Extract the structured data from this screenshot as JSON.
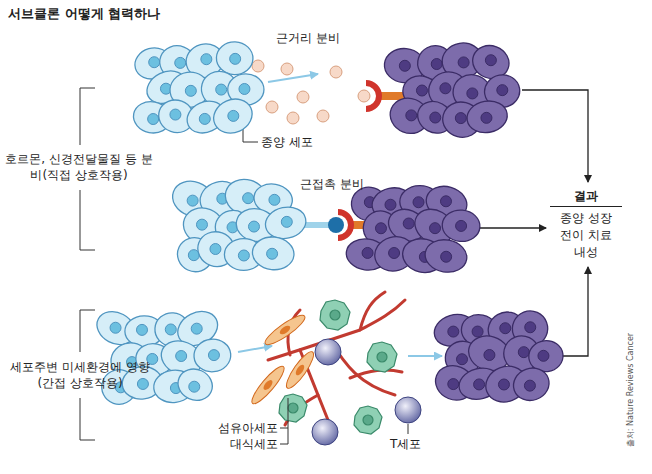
{
  "diagram": {
    "title": "서브클론 어떻게 협력하나",
    "nodes": [
      {
        "text": [
          "결과",
          "종양 성장 전이 치료 내성"
        ]
      }
    ],
    "labels": [
      "근거리 분비",
      "종양 세포",
      "호르몬, 신경전달물질 등 분비(직접 상호작용)",
      "근접촉 분비",
      "세포주변 미세환경에 영향(간접 상호작용)",
      "섬유아세포",
      "대식세포",
      "T세포",
      "출처: Nature Reviews Cancer"
    ]
  }
}
